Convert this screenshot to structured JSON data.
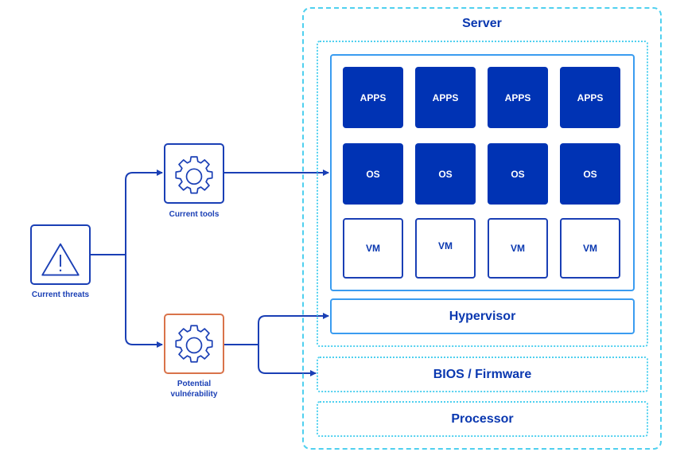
{
  "nodes": {
    "current_threats": {
      "label": "Current threats",
      "icon": "warning-triangle-icon"
    },
    "current_tools": {
      "label": "Current tools",
      "icon": "gear-icon"
    },
    "potential_vulnerability": {
      "label_line1": "Potential",
      "label_line2": "vulnérability",
      "icon": "gear-icon"
    }
  },
  "server": {
    "title": "Server",
    "apps": [
      "APPS",
      "APPS",
      "APPS",
      "APPS"
    ],
    "os": [
      "OS",
      "OS",
      "OS",
      "OS"
    ],
    "vms": [
      "VM",
      "VM",
      "VM",
      "VM"
    ],
    "hypervisor": "Hypervisor",
    "bios": "BIOS / Firmware",
    "processor": "Processor"
  },
  "colors": {
    "primary": "#0033b4",
    "line": "#1a3fb5",
    "accent_cyan": "#4fd0ef",
    "accent_blue": "#3a9cf0",
    "vulnerability": "#d9734a"
  }
}
